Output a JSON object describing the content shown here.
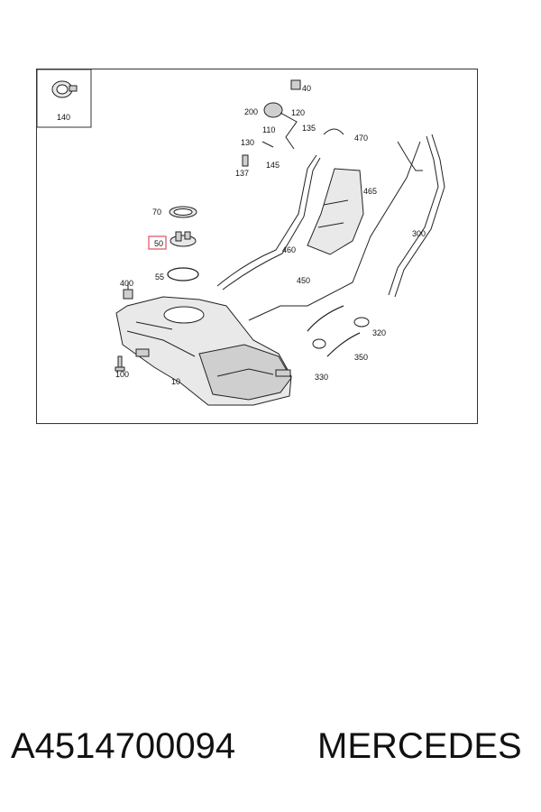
{
  "diagram": {
    "callouts": {
      "c140": "140",
      "c40": "40",
      "c200": "200",
      "c120": "120",
      "c110": "110",
      "c135": "135",
      "c470": "470",
      "c130": "130",
      "c145": "145",
      "c137": "137",
      "c465": "465",
      "c70": "70",
      "c50": "50",
      "c300": "300",
      "c460": "460",
      "c55": "55",
      "c450": "450",
      "c400": "400",
      "c320": "320",
      "c350": "350",
      "c330": "330",
      "c100": "100",
      "c10": "10"
    },
    "highlighted_callout": "50",
    "highlight_color": "#e05060"
  },
  "footer": {
    "part_number": "A4514700094",
    "brand": "MERCEDES"
  }
}
